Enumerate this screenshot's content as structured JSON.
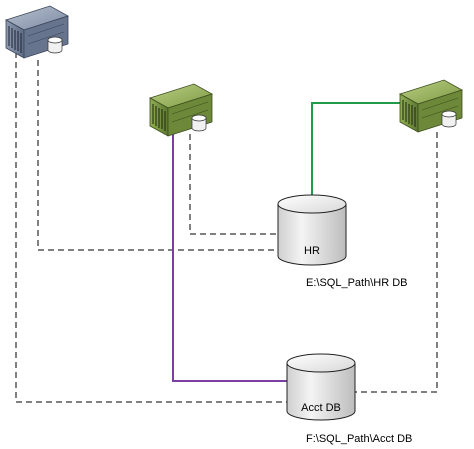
{
  "databases": [
    {
      "id": "hr",
      "label": "HR",
      "path": "E:\\SQL_Path\\HR DB"
    },
    {
      "id": "acct",
      "label": "Acct DB",
      "path": "F:\\SQL_Path\\Acct DB"
    }
  ],
  "servers": [
    {
      "id": "server-1",
      "status": "inactive"
    },
    {
      "id": "server-2",
      "status": "active"
    },
    {
      "id": "server-3",
      "status": "active"
    }
  ],
  "connections": [
    {
      "from": "server-1",
      "to": "hr",
      "style": "dashed"
    },
    {
      "from": "server-1",
      "to": "acct",
      "style": "dashed"
    },
    {
      "from": "server-2",
      "to": "hr",
      "style": "dashed"
    },
    {
      "from": "server-2",
      "to": "acct",
      "style": "solid",
      "color": "#7b3fa2"
    },
    {
      "from": "server-3",
      "to": "hr",
      "style": "solid",
      "color": "#1f9b4a"
    },
    {
      "from": "server-3",
      "to": "acct",
      "style": "dashed"
    }
  ],
  "colors": {
    "server_inactive": "#6f7f98",
    "server_active": "#7f9a44",
    "green_link": "#1f9b4a",
    "purple_link": "#7b3fa2",
    "dashed_link": "#000000"
  }
}
